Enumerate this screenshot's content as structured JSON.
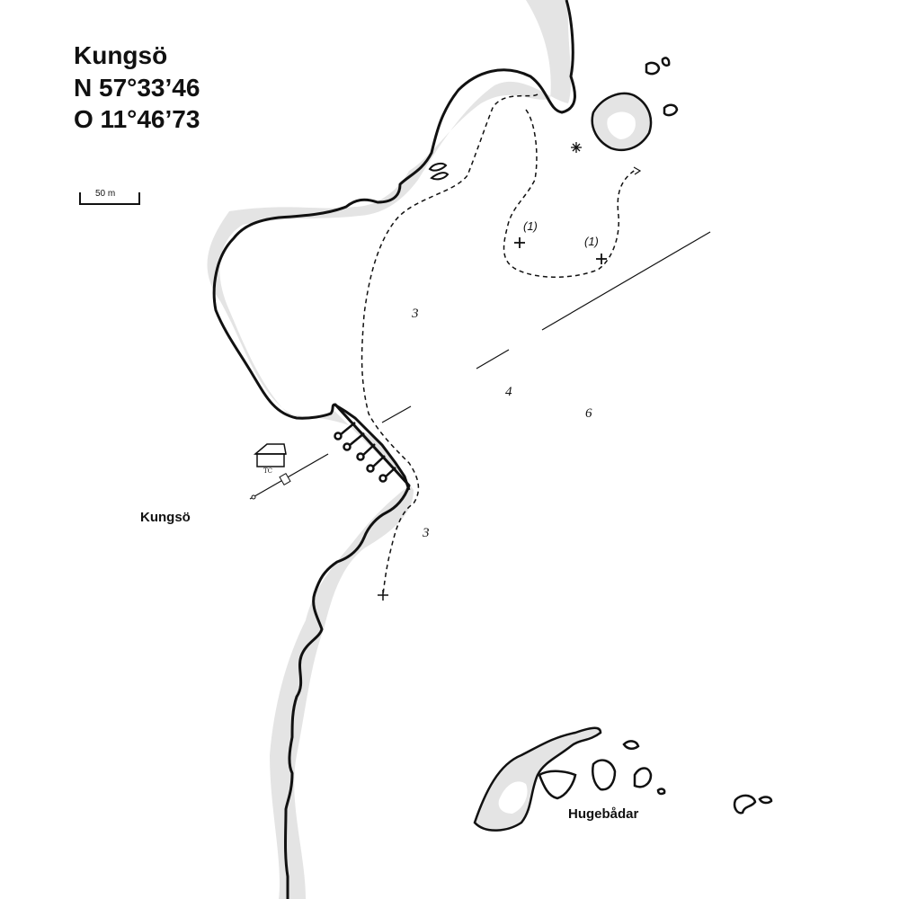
{
  "title": {
    "name": "Kungsö",
    "latitude": "N 57°33’46",
    "longitude": "O 11°46’73"
  },
  "scale_bar": {
    "label": "50 m"
  },
  "places": {
    "island": "Kungsö",
    "reefs": "Hugebådar"
  },
  "depths": [
    "3",
    "4",
    "6",
    "3"
  ],
  "rocks": [
    "(1)",
    "(1)"
  ],
  "facility": {
    "label": "TC"
  },
  "colors": {
    "land": "#ffffff",
    "shore_halo": "#e4e4e4",
    "ink": "#111111"
  }
}
